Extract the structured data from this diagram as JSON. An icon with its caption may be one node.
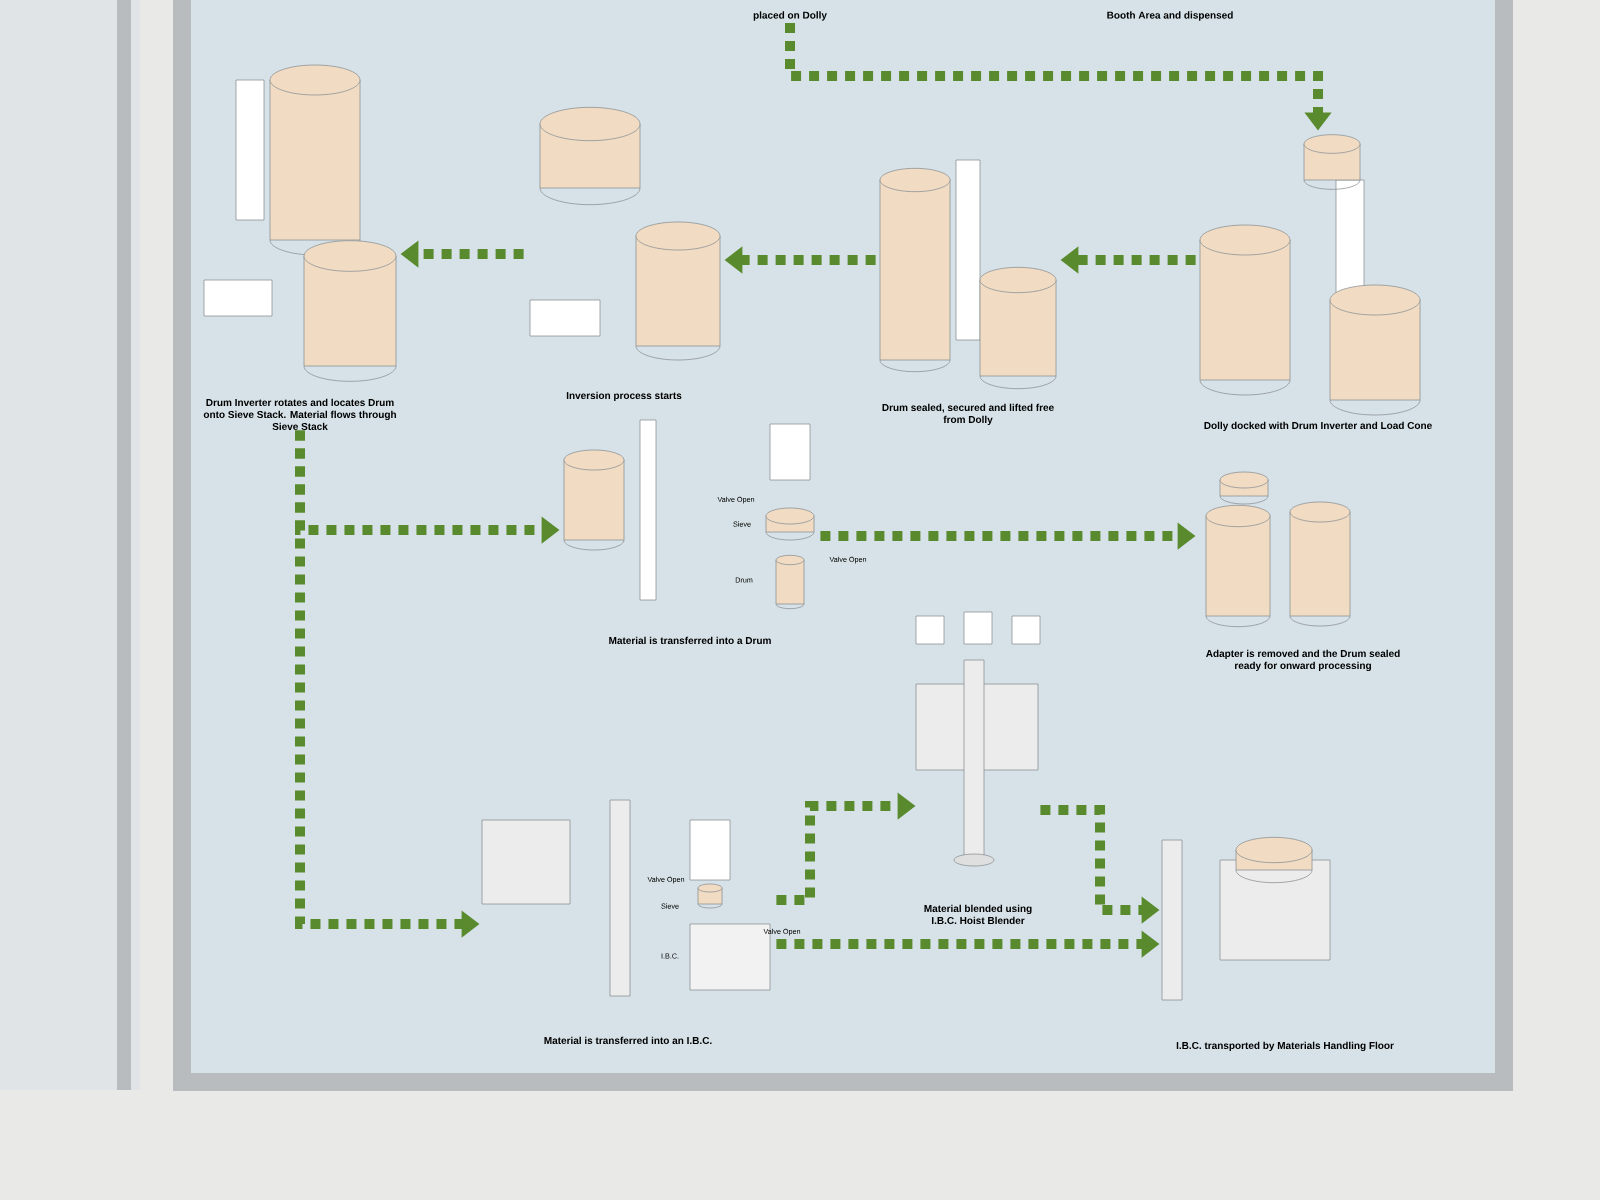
{
  "diagram": {
    "nodes": [
      {
        "text": [
          "placed on Dolly"
        ]
      },
      {
        "text": [
          "Booth Area and dispensed"
        ]
      },
      {
        "text": [
          "Dolly docked with Drum Inverter and Load Cone"
        ]
      },
      {
        "text": [
          "Drum sealed, secured and lifted free from Dolly"
        ]
      },
      {
        "text": [
          "Inversion process starts"
        ]
      },
      {
        "text": [
          "Drum Inverter rotates and locates Drum onto Sieve Stack. Material flows through Sieve Stack"
        ]
      },
      {
        "text": [
          "Material is transferred into a Drum"
        ]
      },
      {
        "text": [
          "Adapter is removed and the Drum sealed ready for onward processing"
        ]
      },
      {
        "text": [
          "Material is transferred into an I.B.C."
        ]
      },
      {
        "text": [
          "Material blended using I.B.C. Hoist Blender"
        ]
      },
      {
        "text": [
          "I.B.C. transported by Materials Handling Floor"
        ]
      }
    ],
    "edges": [
      {
        "from": 0,
        "to": 2,
        "arrow": "to"
      },
      {
        "from": 2,
        "to": 3,
        "arrow": "to"
      },
      {
        "from": 3,
        "to": 4,
        "arrow": "to"
      },
      {
        "from": 4,
        "to": 5,
        "arrow": "to"
      },
      {
        "from": 5,
        "to": 6,
        "arrow": "to"
      },
      {
        "from": 5,
        "to": 8,
        "arrow": "to"
      },
      {
        "from": 6,
        "to": 7,
        "arrow": "to"
      },
      {
        "from": 8,
        "to": 9,
        "arrow": "to"
      },
      {
        "from": 9,
        "to": 10,
        "arrow": "to"
      },
      {
        "from": 8,
        "to": 10,
        "arrow": "to"
      }
    ],
    "labels": [
      "Valve Open",
      "Sieve",
      "Valve Open",
      "Drum",
      "Valve Open",
      "Sieve",
      "Valve Open",
      "I.B.C."
    ]
  }
}
